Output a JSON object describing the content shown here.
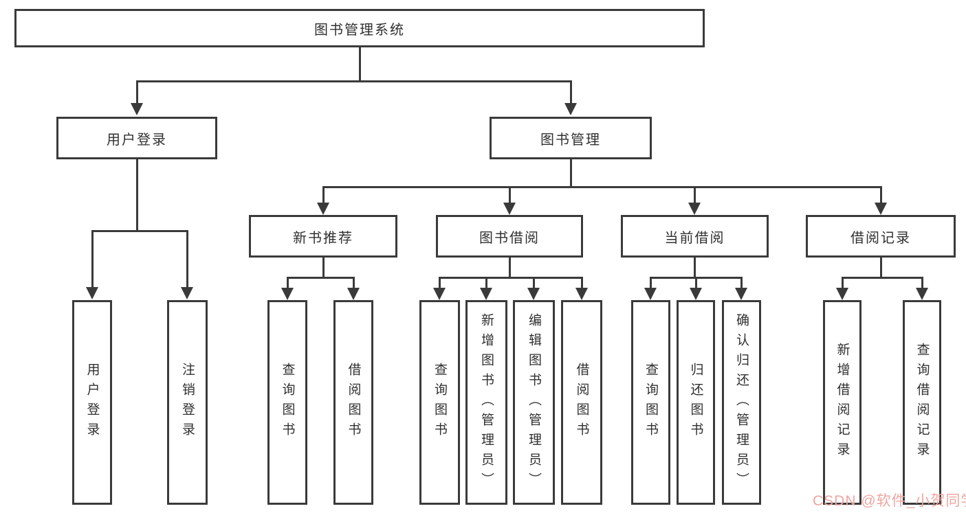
{
  "diagram": {
    "root": "图书管理系统",
    "level2": [
      "用户登录",
      "图书管理"
    ],
    "level3": [
      "新书推荐",
      "图书借阅",
      "当前借阅",
      "借阅记录"
    ],
    "leaves": [
      "用户登录",
      "注销登录",
      "查询图书",
      "借阅图书",
      "查询图书",
      "新增图书（管理员）",
      "编辑图书（管理员）",
      "借阅图书",
      "查询图书",
      "归还图书",
      "确认归还（管理员）",
      "新增借阅记录",
      "查询借阅记录"
    ]
  },
  "watermark": "CSDN @软件_小贺同学",
  "colors": {
    "line": "#3a3a3a",
    "text": "#303030",
    "background": "#ffffff",
    "watermark": "#eea6a1"
  }
}
